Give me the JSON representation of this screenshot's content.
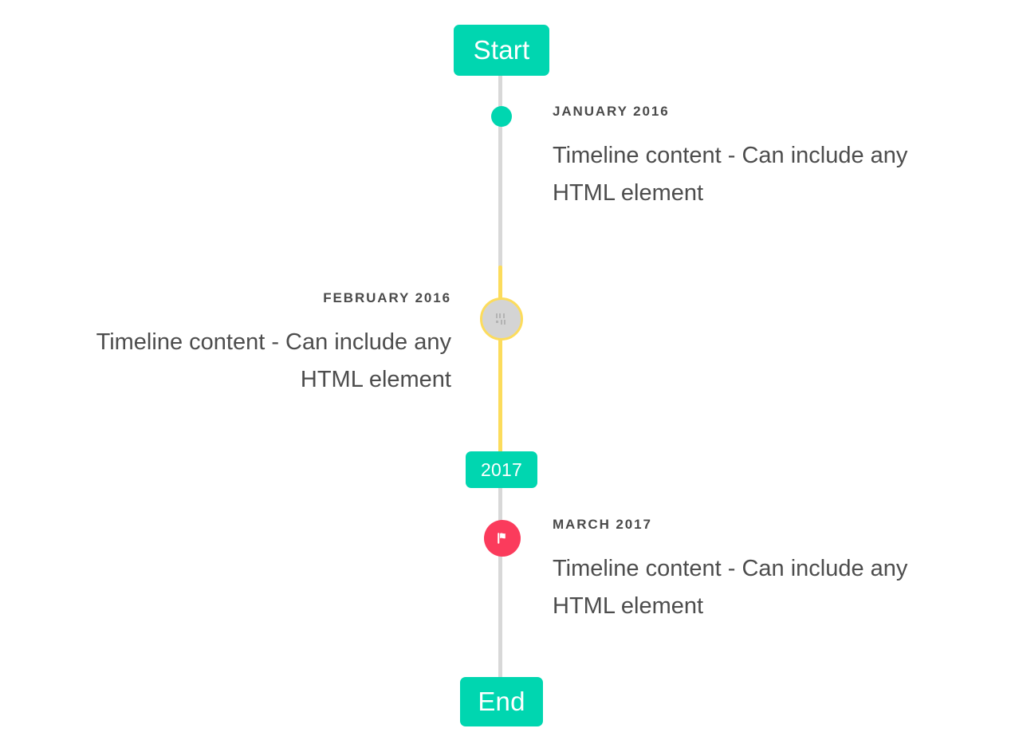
{
  "colors": {
    "accent_teal": "#00d6b0",
    "accent_yellow": "#fcdc5c",
    "accent_pink": "#fb3b5c",
    "line_gray": "#d8d8d8",
    "marker_gray": "#d4d4d4",
    "text_dark": "#4a4a4a",
    "text_body": "#4d4d4d",
    "background": "#ffffff"
  },
  "caps": {
    "start_label": "Start",
    "year_divider_label": "2017",
    "end_label": "End"
  },
  "entries": [
    {
      "date": "JANUARY 2016",
      "body": "Timeline content - Can include any HTML element",
      "side": "right",
      "marker": "dot"
    },
    {
      "date": "FEBRUARY 2016",
      "body": "Timeline content - Can include any HTML element",
      "side": "left",
      "marker": "broken-image"
    },
    {
      "date": "MARCH 2017",
      "body": "Timeline content - Can include any HTML element",
      "side": "right",
      "marker": "flag"
    }
  ]
}
